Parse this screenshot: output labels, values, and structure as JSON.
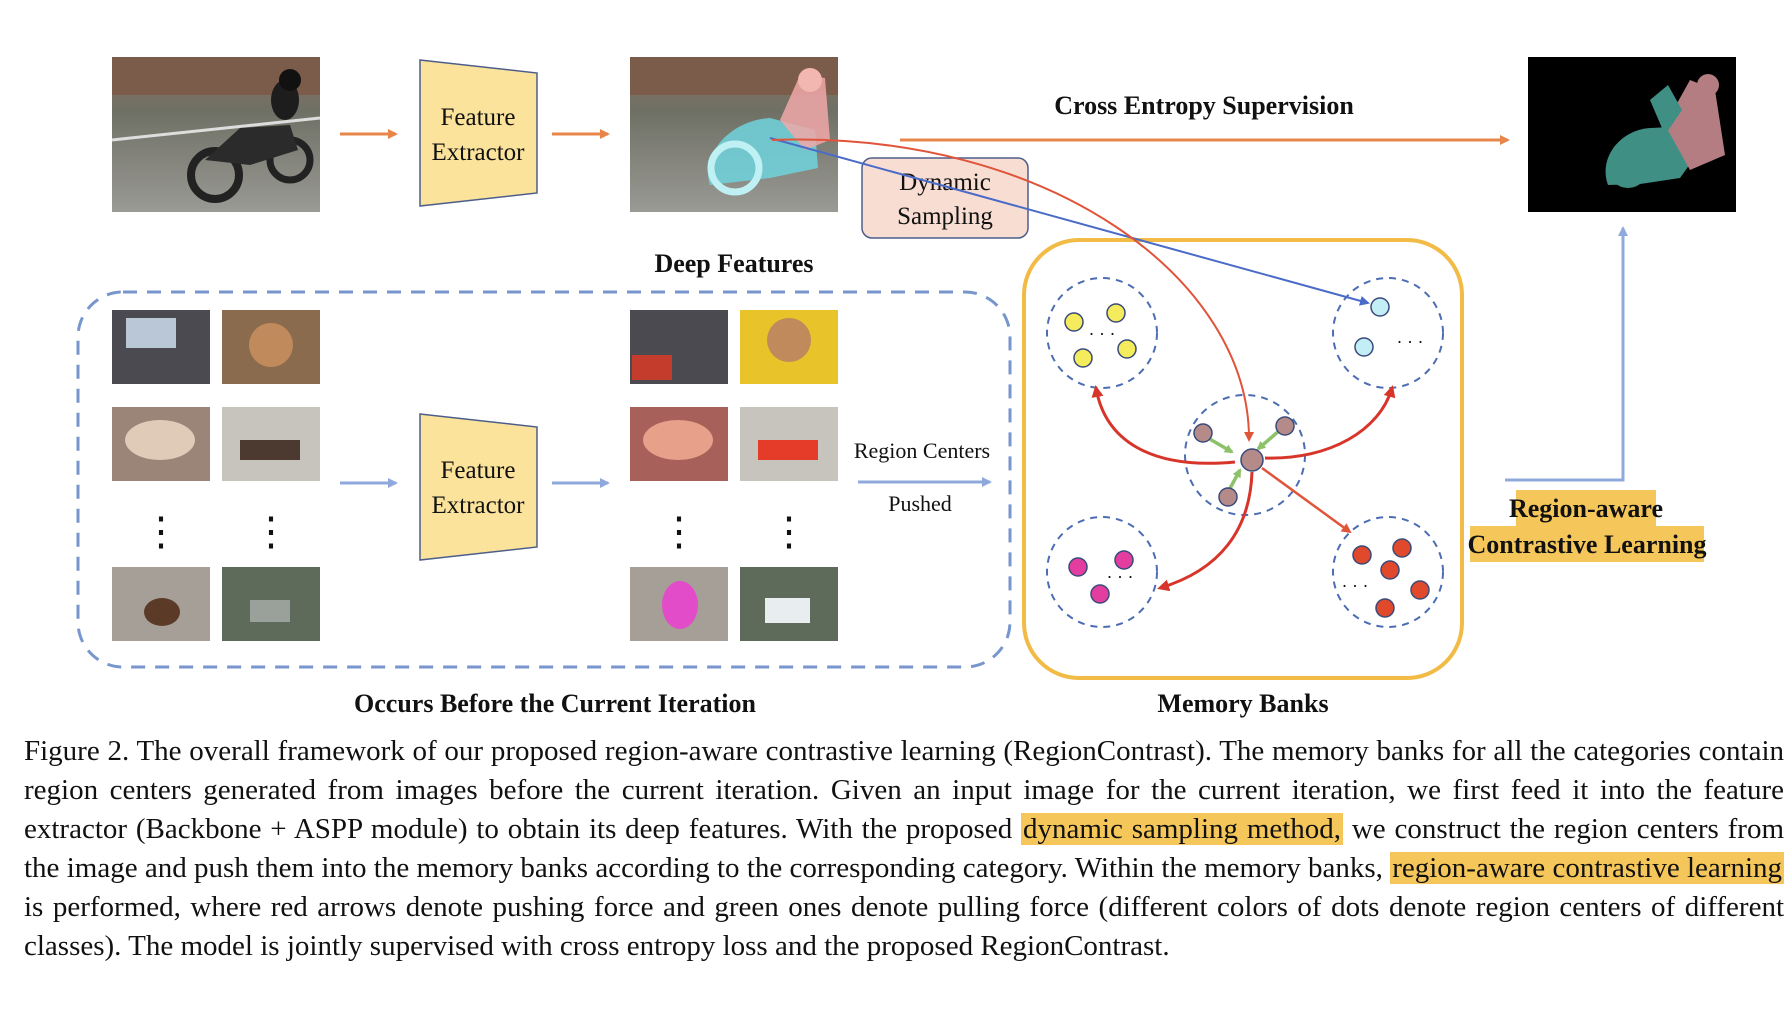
{
  "figure": {
    "top_row": {
      "feature_extractor_label_1": "Feature",
      "feature_extractor_label_2": "Extractor",
      "cross_entropy_label": "Cross Entropy Supervision",
      "dynamic_sampling_label_1": "Dynamic",
      "dynamic_sampling_label_2": "Sampling",
      "deep_features_label": "Deep Features"
    },
    "bottom_row": {
      "feature_extractor_label_1": "Feature",
      "feature_extractor_label_2": "Extractor",
      "region_centers_label": "Region Centers",
      "pushed_label": "Pushed",
      "dots": "⋮",
      "occurs_before_label": "Occurs Before the Current Iteration"
    },
    "memory_banks": {
      "label": "Memory Banks",
      "ellipsis": "· · ·"
    },
    "region_aware": {
      "label_1": "Region-aware",
      "label_2": "Contrastive Learning"
    },
    "colors": {
      "orange_arrow": "#e8864a",
      "blue_arrow": "#8fa9dd",
      "bank_border": "#f2bb46",
      "feature_box": "#fbe39c",
      "highlight": "#f5c75a",
      "push_red": "#d8352a",
      "pull_green": "#8dc26a"
    }
  },
  "caption": {
    "part1": "Figure 2. The overall framework of our proposed region-aware contrastive learning (RegionContrast). The memory banks for all the categories contain region centers generated from images before the current iteration. Given an input image for the current iteration, we first feed it into the feature extractor (Backbone + ASPP module) to obtain its deep features. With the proposed ",
    "highlight1": "dynamic sampling method,",
    "part2": " we construct the region centers from the image and push them into the memory banks according to the corresponding category. Within the memory banks, ",
    "highlight2": "region-aware contrastive learning",
    "part3": " is performed, where red arrows denote pushing force and green ones denote pulling force (different colors of dots denote region centers of different classes). The model is jointly supervised with cross entropy loss and the proposed RegionContrast."
  }
}
